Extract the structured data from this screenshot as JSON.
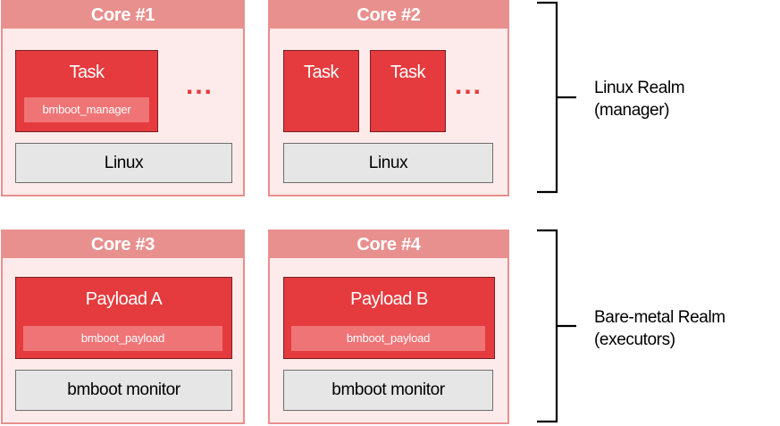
{
  "cores": [
    {
      "title": "Core #1",
      "task": "Task",
      "sub": "bmboot_manager",
      "base": "Linux"
    },
    {
      "title": "Core #2",
      "tasks": [
        "Task",
        "Task"
      ],
      "base": "Linux"
    },
    {
      "title": "Core #3",
      "payload": "Payload A",
      "sub": "bmboot_payload",
      "base": "bmboot monitor"
    },
    {
      "title": "Core #4",
      "payload": "Payload B",
      "sub": "bmboot_payload",
      "base": "bmboot monitor"
    }
  ],
  "ellipsis": "...",
  "realms": [
    {
      "line1": "Linux Realm",
      "line2": "(manager)"
    },
    {
      "line1": "Bare-metal Realm",
      "line2": "(executors)"
    }
  ],
  "colors": {
    "core_header": "#e8908e",
    "core_body": "#fdeaea",
    "task": "#e53b3e",
    "task_sublabel": "#ef7476",
    "base_layer": "#e6e6e6"
  }
}
